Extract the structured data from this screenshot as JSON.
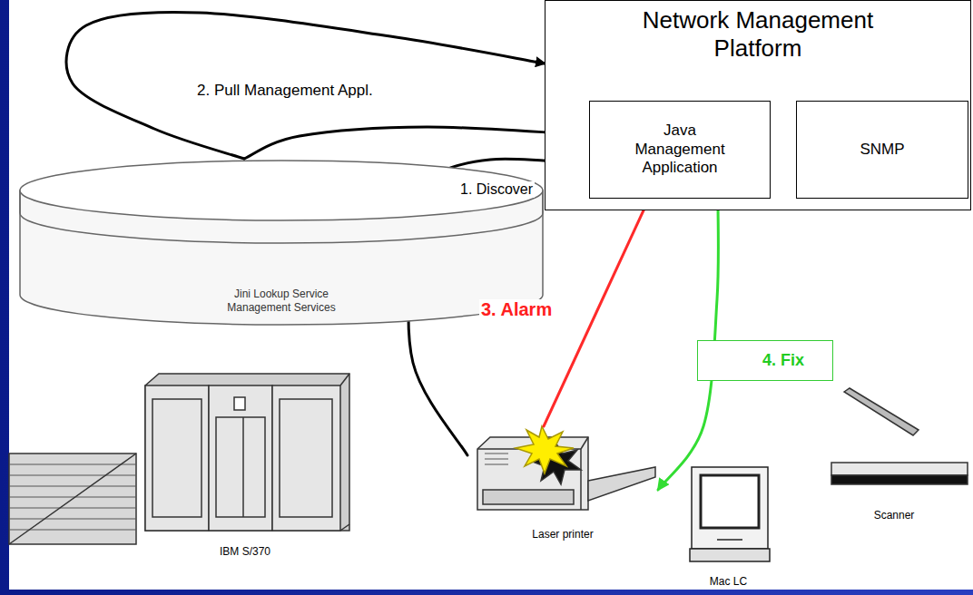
{
  "diagram": {
    "nodes": [
      {
        "text": [
          "Network Management Platform"
        ]
      },
      {
        "text": [
          "Java Management Application"
        ],
        "in": 0
      },
      {
        "text": [
          "SNMP"
        ],
        "in": 0
      },
      {
        "text": [
          "Jini Lookup Service Management Services"
        ]
      },
      {
        "text": [
          "IBM S/370"
        ]
      },
      {
        "text": [
          "Laser printer"
        ]
      },
      {
        "text": [
          "Mac LC"
        ]
      },
      {
        "text": [
          "Scanner"
        ]
      }
    ],
    "edges": [
      {
        "from": 3,
        "to": 0,
        "label": "2. Pull Management Appl.",
        "arrow": "to"
      },
      {
        "from": 1,
        "to": 3,
        "arrow": "none"
      },
      {
        "from": 5,
        "to": 1,
        "label": "1. Discover",
        "arrow": "to"
      },
      {
        "from": 5,
        "to": 1,
        "label": "3. Alarm",
        "arrow": "to"
      },
      {
        "from": 1,
        "to": 5,
        "label": "4. Fix",
        "arrow": "to"
      }
    ]
  }
}
